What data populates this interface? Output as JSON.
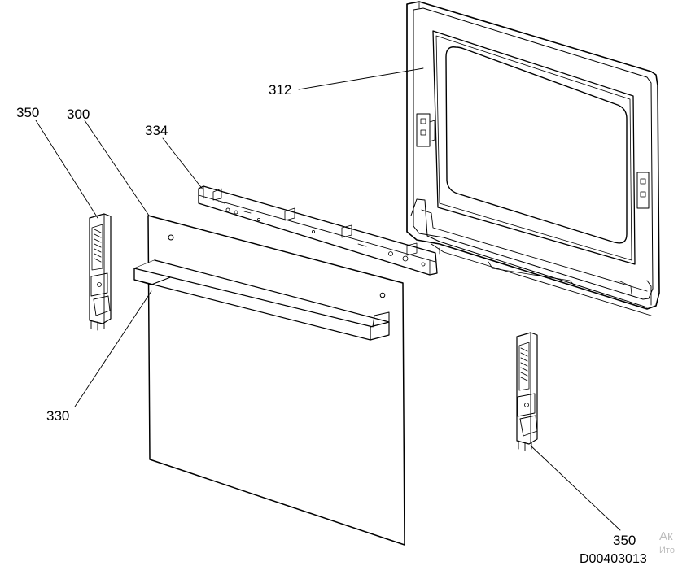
{
  "labels": {
    "door_glass_frame": "312",
    "hinge_left": "350",
    "outer_door_panel": "300",
    "top_profile": "334",
    "handle": "330",
    "hinge_right": "350"
  },
  "footer": {
    "drawing_code": "D00403013",
    "watermark_line1": "Ак",
    "watermark_line2": "Ито"
  }
}
